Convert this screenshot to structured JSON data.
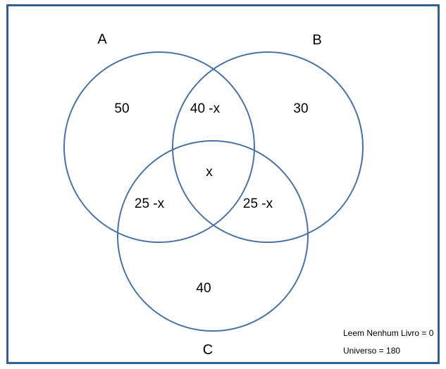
{
  "diagram": {
    "title_hint": "Venn diagram of three sets of readers",
    "set_labels": {
      "a": "A",
      "b": "B",
      "c": "C"
    },
    "regions": {
      "only_a": "50",
      "a_and_b": "40 -x",
      "only_b": "30",
      "center_abc": "x",
      "a_and_c": "25 -x",
      "b_and_c": "25 -x",
      "only_c": "40"
    },
    "notes": {
      "none_readers": "Leem Nenhum Livro = 0",
      "universe": "Universo = 180"
    },
    "colors": {
      "circle_stroke": "#4A72A4",
      "border_stroke": "#365F91",
      "text": "#000000",
      "background": "#FFFFFF"
    }
  }
}
